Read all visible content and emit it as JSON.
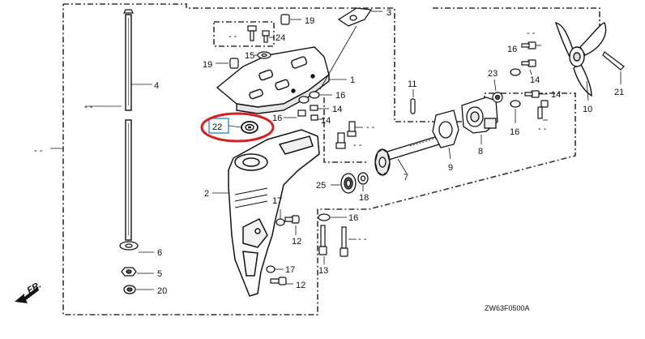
{
  "diagram": {
    "reference_code": "ZW63F0500A",
    "direction_indicator": "FR.",
    "highlighted_part": "22",
    "colors": {
      "highlight_ring": "#d42020",
      "highlight_box": "#2a8fd4",
      "line": "#222222"
    },
    "callouts": {
      "p1": "1",
      "p2": "2",
      "p3": "3",
      "p4": "4",
      "p5": "5",
      "p6": "6",
      "p7": "7",
      "p8": "8",
      "p9": "9",
      "p10": "10",
      "p11": "11",
      "p12a": "12",
      "p12b": "12",
      "p13": "13",
      "p14a": "14",
      "p14b": "14",
      "p14c": "14",
      "p14d": "14",
      "p15": "15",
      "p16a": "16",
      "p16b": "16",
      "p16c": "16",
      "p16d": "16",
      "p16e": "16",
      "p17a": "17",
      "p17b": "17",
      "p18": "18",
      "p19a": "19",
      "p19b": "19",
      "p20": "20",
      "p21": "21",
      "p22": "22",
      "p23": "23",
      "p24": "24",
      "p25": "25"
    },
    "dash_labels": {
      "d1": "- -",
      "d2": "- -",
      "d3": "- -",
      "d4": "- -",
      "d5": "- -",
      "d6": "- -",
      "d7": "- -",
      "d8": "- -"
    }
  }
}
